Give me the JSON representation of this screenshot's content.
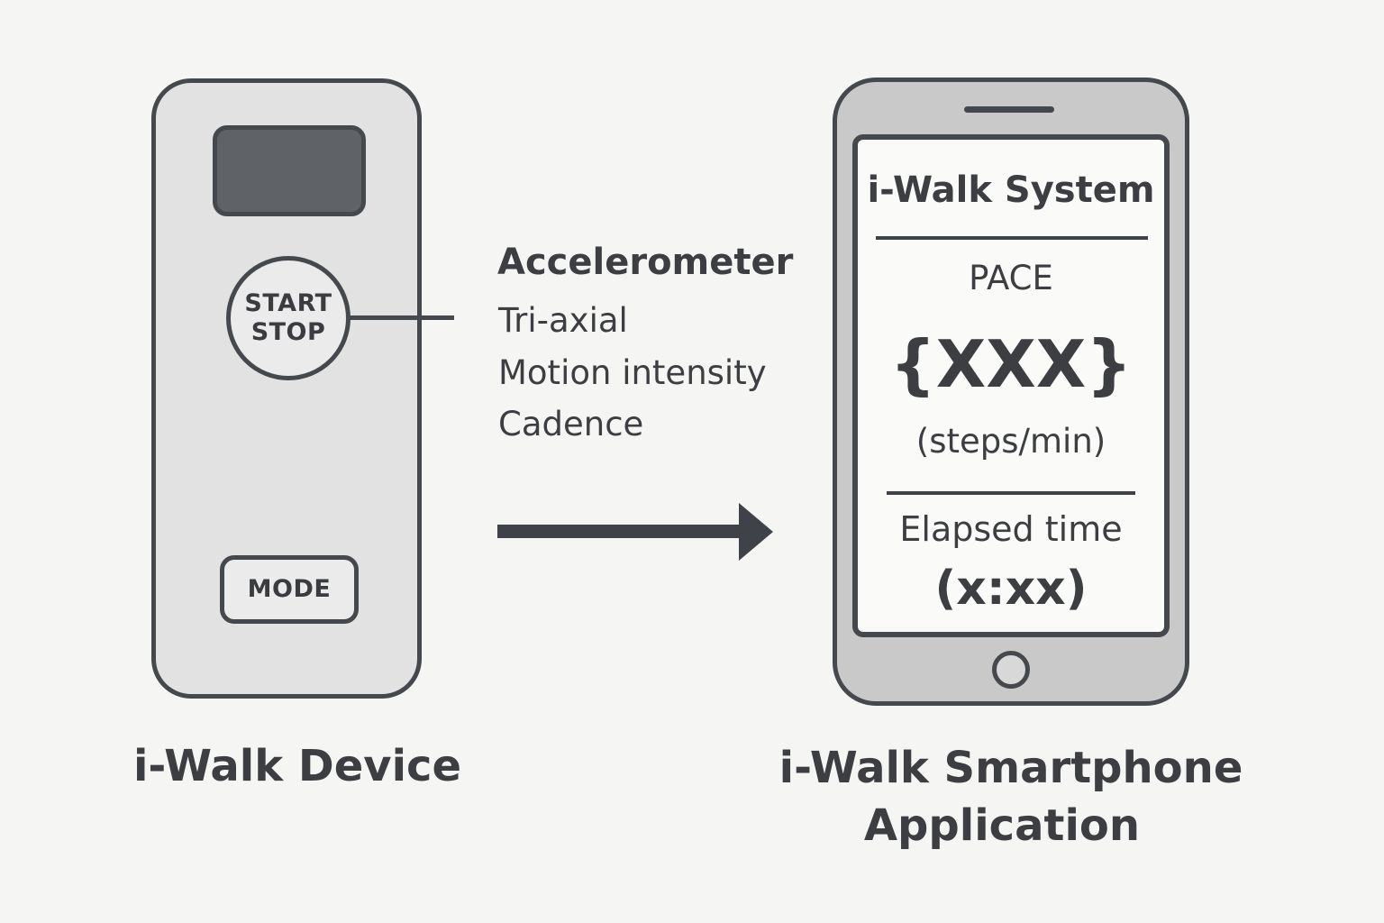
{
  "device": {
    "start_label": "START",
    "stop_label": "STOP",
    "mode_label": "MODE",
    "caption": "i-Walk Device"
  },
  "sensor": {
    "title": "Accelerometer",
    "items": [
      "Tri-axial",
      "Motion intensity",
      "Cadence"
    ]
  },
  "app": {
    "screen_title": "i-Walk System",
    "pace_label": "PACE",
    "pace_value": "{XXX}",
    "pace_unit": "(steps/min)",
    "elapsed_label": "Elapsed time",
    "elapsed_value": "(x:xx)",
    "caption_line1": "i-Walk Smartphone",
    "caption_line2": "Application"
  }
}
